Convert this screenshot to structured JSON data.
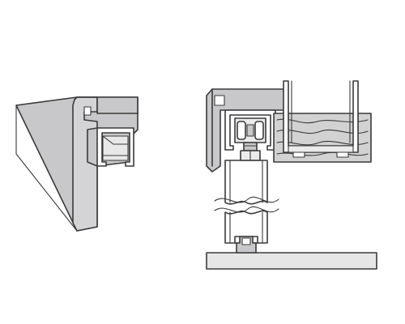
{
  "diagram": {
    "colors": {
      "outline": "#3a3a3a",
      "profile_fill": "#c8c8ca",
      "light_fill": "#ebebeb",
      "white_fill": "#ffffff",
      "wood_fill": "#d2d2d2",
      "floor_fill": "#e6e6e6"
    },
    "parts": [
      "end-cap-profile",
      "track-profile-section",
      "door-panel",
      "roller-carriage",
      "wooden-frame-section",
      "floor-guide",
      "floor-plate"
    ]
  }
}
